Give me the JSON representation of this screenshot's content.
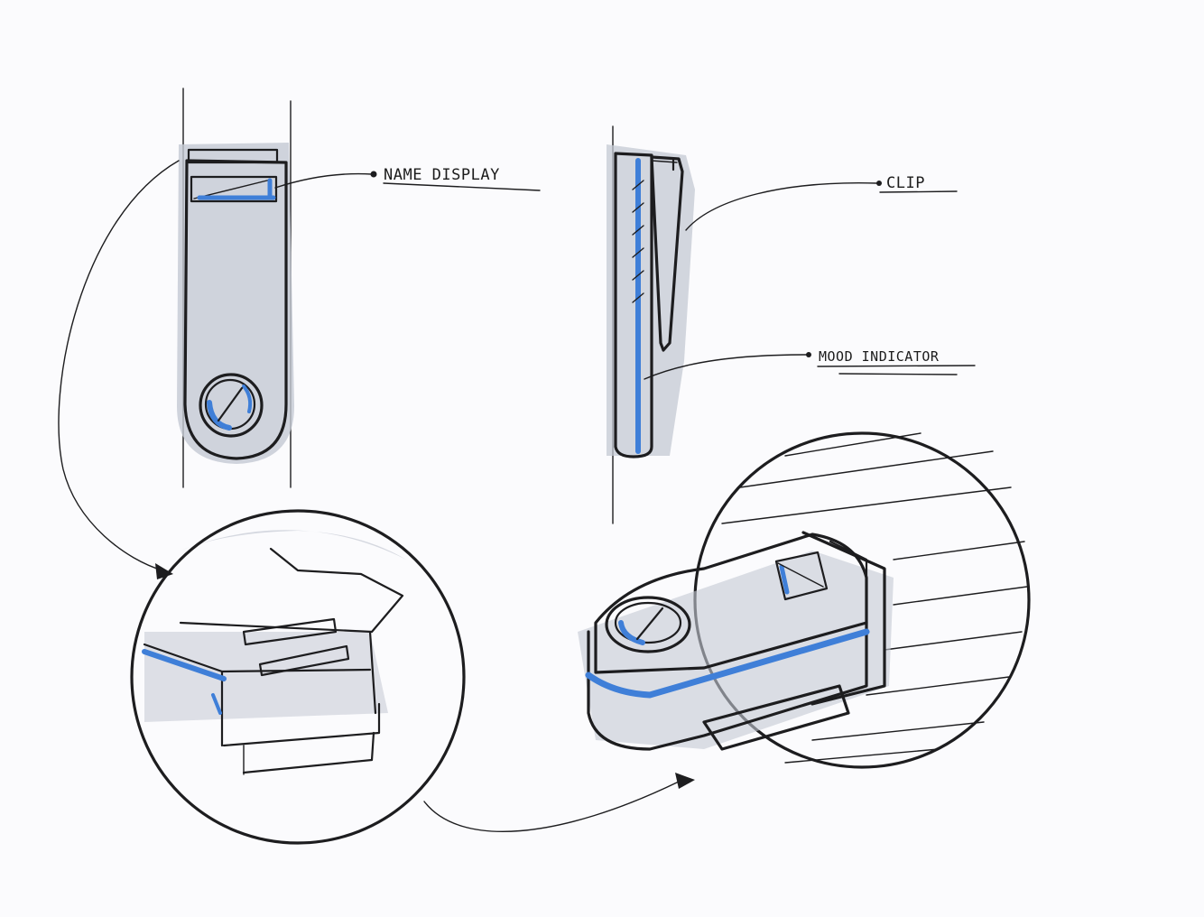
{
  "labels": {
    "name_display": "NAME DISPLAY",
    "clip": "CLIP",
    "mood_indicator": "MOOD INDICATOR"
  },
  "colors": {
    "ink": "#1d1d1f",
    "accent_blue": "#3f7fd8",
    "shadow_grey": "#c4c9d3",
    "paper": "#fbfbfd"
  }
}
